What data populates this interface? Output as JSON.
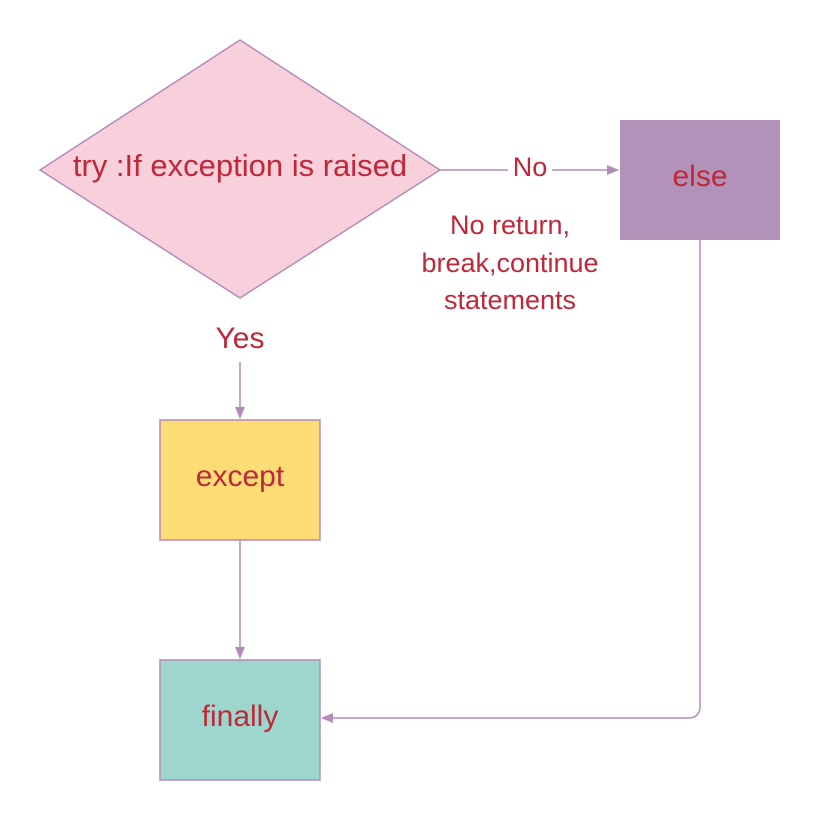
{
  "colors": {
    "text": "#c0283a",
    "connector": "#b58bb9",
    "decision_fill": "#f8d0dc",
    "decision_stroke": "#b58bb9",
    "else_fill": "#b192b8",
    "except_fill": "#fcdc74",
    "except_stroke": "#b58bb9",
    "finally_fill": "#9dd6cd",
    "finally_stroke": "#b58bb9",
    "background": "#ffffff"
  },
  "nodes": {
    "try": {
      "label": "try :If exception is raised",
      "shape": "diamond"
    },
    "else": {
      "label": "else",
      "shape": "rectangle"
    },
    "except": {
      "label": "except",
      "shape": "rectangle"
    },
    "finally": {
      "label": "finally",
      "shape": "rectangle"
    }
  },
  "edges": {
    "no": {
      "label": "No",
      "from": "try",
      "to": "else"
    },
    "yes": {
      "label": "Yes",
      "from": "try",
      "to": "except"
    },
    "except_to_finally": {
      "label": "",
      "from": "except",
      "to": "finally"
    },
    "else_to_finally": {
      "label": "",
      "from": "else",
      "to": "finally"
    }
  },
  "note": {
    "line1": "No return,",
    "line2": "break,continue",
    "line3": "statements"
  }
}
